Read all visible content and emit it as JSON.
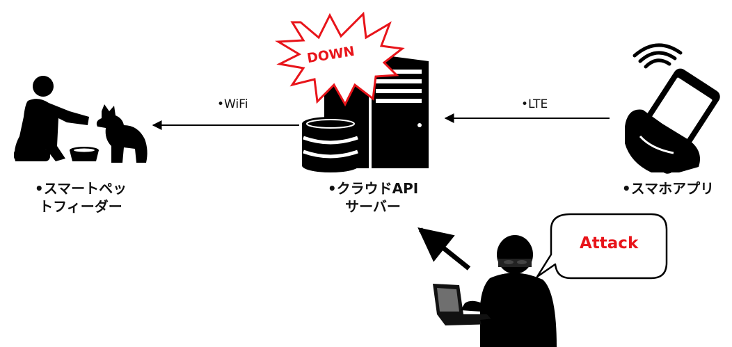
{
  "labels": {
    "feeder_line1": "•スマートペッ",
    "feeder_line2": "トフィーダー",
    "server_line1": "•クラウドAPI",
    "server_line2": "サーバー",
    "app": "•スマホアプリ"
  },
  "connections": {
    "wifi": "•WiFi",
    "lte": "•LTE"
  },
  "status": {
    "down": "DOWN"
  },
  "speech": {
    "attack": "Attack"
  },
  "colors": {
    "alert": "#e8141a",
    "ink": "#000000"
  },
  "icons": {
    "feeder": "person-feeding-dog-icon",
    "server": "server-database-icon",
    "phone": "smartphone-hand-icon",
    "hacker": "hacker-laptop-icon",
    "burst": "explosion-burst-icon",
    "bubble": "speech-bubble-icon"
  }
}
